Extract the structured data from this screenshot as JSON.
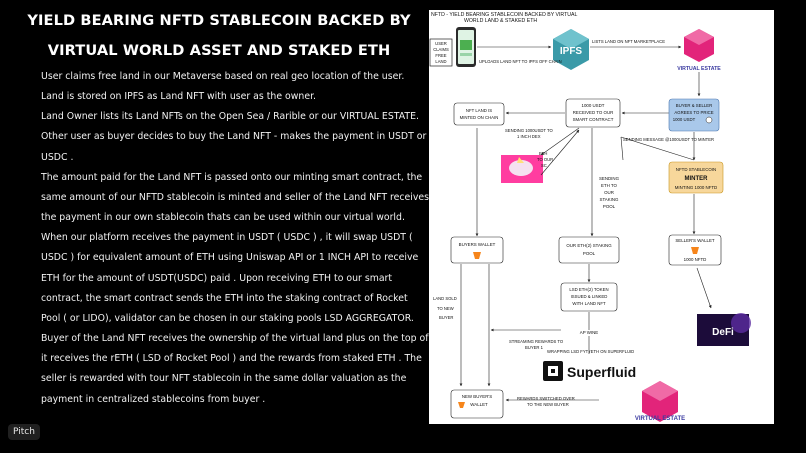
{
  "slide": {
    "title_line1": "YIELD BEARING NFTD STABLECOIN BACKED BY",
    "title_line2": "VIRTUAL WORLD ASSET AND STAKED ETH",
    "body_lines": [
      "User claims free land in our Metaverse based on real geo  location of the user.",
      "Land is stored on IPFS as Land NFT with user as the owner.",
      "Land Owner lists its Land NFTs on the Open Sea / Rarible or our  VIRTUAL ESTATE.",
      "Other user as buyer decides to buy the Land NFT -  makes the payment in USDT or",
      "USDC .",
      "The amount paid for the Land NFT is passed onto our minting smart contract, the",
      "same amount of our NFTD stablecoin is minted and seller of the Land NFT receives",
      "the payment in our own stablecoin thats can be used within our virtual world.",
      "When our platform receives the payment in USDT ( USDC ) , it will swap USDT (",
      "USDC ) for equivalent amount of ETH using Uniswap API or 1 INCH API to receive",
      "ETH for the amount of USDT(USDC) paid . Upon receiving ETH to our smart",
      "contract, the smart contract sends the ETH into the staking contract of Rocket",
      "Pool ( or LIDO), validator can be chosen in our staking pools LSD AGGREGATOR.",
      "Buyer of the Land NFT receives the ownership of the virtual land plus on the top of",
      "it receives the rETH ( LSD of Rocket Pool ) and the rewards from staked ETH . The",
      "seller is rewarded with tour NFT stablecoin in the same dollar valuation as the",
      "payment in centralized stablecoins from buyer ."
    ],
    "badge": "Pitch"
  },
  "diagram": {
    "header_line1": "NFTD - YIELD BEARING STABLECOIN BACKED BY VIRTUAL",
    "header_line2": "WORLD LAND & STAKED ETH",
    "user_box": [
      "USER",
      "CLAIMS",
      "FREE",
      "LAND"
    ],
    "ipfs_logo": "IPFS",
    "lists_label": "LISTS LAND ON NFT MARKETPLACE",
    "upload_label": "UPLOADS LAND NFT TO IPFS OFF CHAIN",
    "virtual_estate": "VIRTUAL ESTATE",
    "nft_minted": [
      "NFT LAND IS",
      "MINTED ON CHAIN"
    ],
    "usdt_received": [
      "1000 USDT",
      "RECEIVED TO OUR",
      "SMART CONTRACT"
    ],
    "buyer_seller": [
      "BUYER & SELLER",
      "AGREES TO PRICE",
      "1000 USDT"
    ],
    "sending_dex": [
      "SENDING 1000USDT TO",
      "1 INCH DEX"
    ],
    "eth_to_sc": [
      "ETH",
      "TO OUR",
      "SC"
    ],
    "sending_minter": "SENDING MESSAGE @1000USDT TO MINTER",
    "sending_staking": [
      "SENDING",
      "ETH TO",
      "OUR",
      "STAKING",
      "POOL"
    ],
    "minter_box": [
      "NFTD STABLECOIN",
      "MINTER",
      "MINTING 1000 NFTD"
    ],
    "buyers_wallet": "BUYERS WALLET",
    "staking_pool": [
      "OUR ETH(2) STAKING",
      "POOL"
    ],
    "sellers_wallet": [
      "SELLER'S WALLET",
      "1000 NFTD"
    ],
    "land_sold": [
      "LAND SOLD",
      "TO NEW",
      "BUYER"
    ],
    "lsd_box": [
      "LSD ETH(2) TOKEN",
      "ISSUED & LINKED",
      "WITH LAND NFT"
    ],
    "streaming": [
      "STREAMING REWARDS TO",
      "BUYER 1"
    ],
    "ap_wine": "AP WINE",
    "wrapping": "WRAPPING  LSD FYT rETH  ON SUPERFLUID",
    "superfluid": "Superfluid",
    "defi": "DeFi",
    "new_buyer_wallet": [
      "NEW BUYER'S",
      "WALLET"
    ],
    "rewards_switched": [
      "REWARDS SWITCHED OVER",
      "TO THE NEW BUYER"
    ],
    "virtual_estate_bottom": "VIRTUAL ESTATE"
  },
  "colors": {
    "background": "#000000",
    "diagram_bg": "#ffffff",
    "ipfs_teal": "#3a9aa8",
    "virtual_estate_pink": "#e2247a",
    "buyer_seller_blue": "#a9c8ea",
    "minter_orange": "#f7d79b",
    "superfluid_black": "#111111",
    "defi_purple": "#5b2ca0"
  }
}
